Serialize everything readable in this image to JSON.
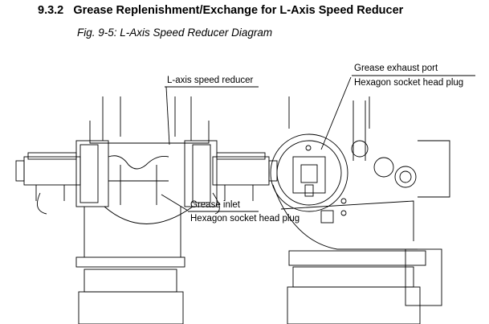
{
  "section": {
    "number": "9.3.2",
    "title": "Grease Replenishment/Exchange for L-Axis Speed Reducer"
  },
  "figure": {
    "caption": "Fig. 9-5: L-Axis Speed Reducer Diagram"
  },
  "labels": {
    "l_axis_reducer": "L-axis speed reducer",
    "exhaust_port": "Grease exhaust port",
    "exhaust_plug": "Hexagon socket head plug",
    "inlet": "Grease inlet",
    "inlet_plug": "Hexagon socket head plug"
  }
}
